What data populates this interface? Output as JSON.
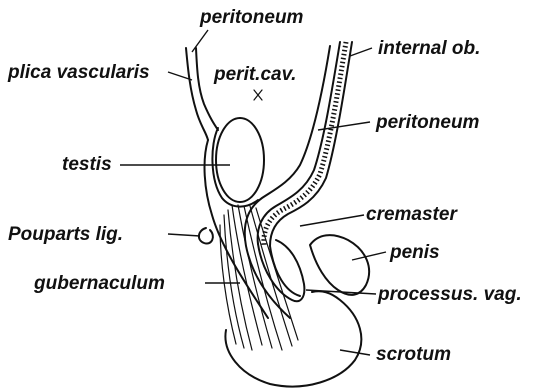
{
  "labels": {
    "peritoneum_top": "peritoneum",
    "internal_ob": "internal ob.",
    "plica_vascularis": "plica vascularis",
    "perit_cav": "perit.cav.",
    "peritoneum_right": "peritoneum",
    "testis": "testis",
    "cremaster": "cremaster",
    "pouparts_lig": "Pouparts lig.",
    "penis": "penis",
    "gubernaculum": "gubernaculum",
    "processus_vag": "processus. vag.",
    "scrotum": "scrotum"
  }
}
